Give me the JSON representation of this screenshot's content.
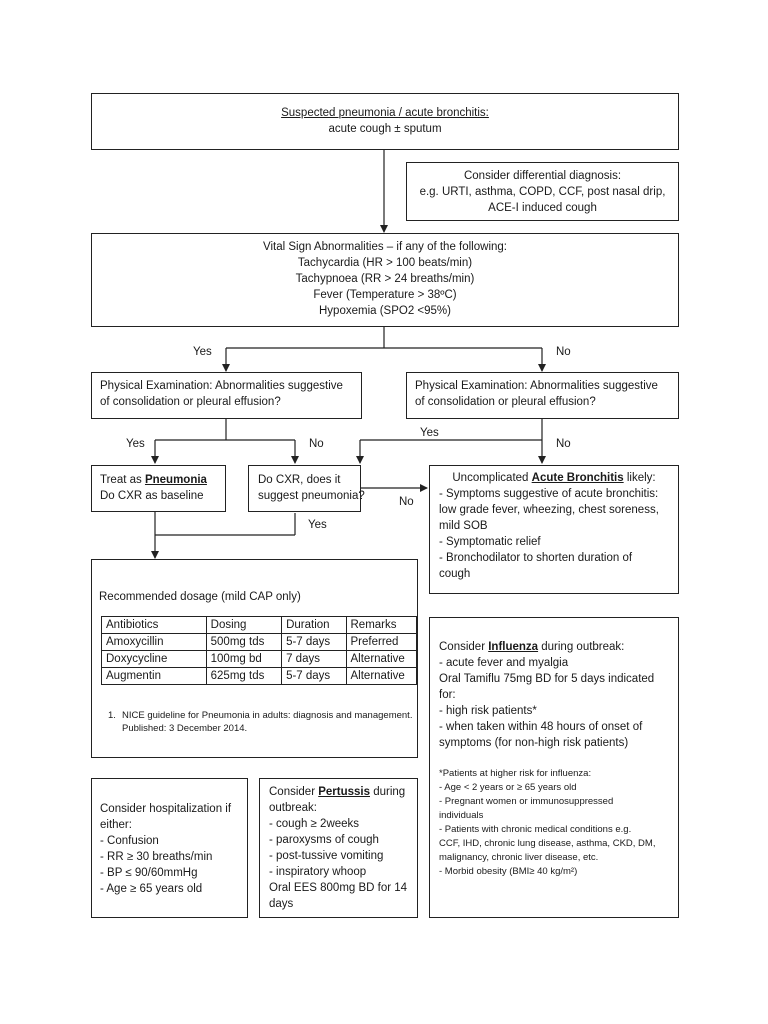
{
  "top_box": {
    "heading": "Suspected pneumonia / acute bronchitis:",
    "sub": "acute cough ± sputum"
  },
  "differential": {
    "lines": [
      "Consider differential diagnosis:",
      "e.g. URTI, asthma, COPD, CCF, post nasal drip,",
      "ACE-I induced cough"
    ]
  },
  "vitals": {
    "lines": [
      "Vital Sign Abnormalities – if any of the following:",
      "Tachycardia (HR > 100 beats/min)",
      "Tachypnoea (RR > 24 breaths/min)",
      "Fever (Temperature > 38ºC)",
      "Hypoxemia (SPO2 <95%)"
    ]
  },
  "labels": {
    "yes": "Yes",
    "no": "No"
  },
  "exam_left": {
    "lines": [
      "Physical Examination: Abnormalities suggestive",
      "of consolidation or pleural effusion?"
    ]
  },
  "exam_right": {
    "lines": [
      "Physical Examination: Abnormalities suggestive",
      "of consolidation or pleural effusion?"
    ]
  },
  "treat": {
    "prefix": "Treat as ",
    "bold": "Pneumonia",
    "line2": "Do CXR as baseline"
  },
  "cxr": {
    "lines": [
      "Do CXR, does it",
      "suggest pneumonia?"
    ]
  },
  "bronchitis": {
    "prefix": "Uncomplicated ",
    "bold": "Acute Bronchitis",
    "suffix": " likely:",
    "lines": [
      "- Symptoms suggestive of acute bronchitis:",
      "low grade fever, wheezing, chest soreness,",
      "mild SOB",
      "- Symptomatic relief",
      "- Bronchodilator to shorten duration of",
      "cough"
    ]
  },
  "dosage": {
    "title": "Recommended dosage (mild CAP only)",
    "headers": [
      "Antibiotics",
      "Dosing",
      "Duration",
      "Remarks"
    ],
    "rows": [
      [
        "Amoxycillin",
        "500mg tds",
        "5-7 days",
        "Preferred"
      ],
      [
        "Doxycycline",
        "100mg bd",
        "7 days",
        "Alternative"
      ],
      [
        "Augmentin",
        "625mg tds",
        "5-7 days",
        "Alternative"
      ]
    ],
    "footnote_num": "1.",
    "footnote_lines": [
      "NICE guideline for Pneumonia in adults: diagnosis and management.",
      "Published: 3 December 2014."
    ]
  },
  "influenza": {
    "prefix": "Consider ",
    "bold": "Influenza",
    "suffix": " during outbreak:",
    "lines": [
      "- acute fever and myalgia",
      "Oral Tamiflu 75mg BD for 5 days indicated",
      "for:",
      "- high risk patients*",
      "- when taken within 48 hours of onset of",
      "symptoms (for non-high risk patients)"
    ],
    "risk_title": "*Patients at higher risk for influenza:",
    "risk_lines": [
      "- Age < 2 years or ≥ 65 years old",
      "- Pregnant women or immunosuppressed",
      "individuals",
      "- Patients with chronic medical conditions e.g.",
      "CCF, IHD, chronic lung disease, asthma, CKD, DM,",
      "malignancy, chronic liver disease, etc.",
      "- Morbid obesity (BMI≥ 40 kg/m²)"
    ]
  },
  "hospital": {
    "lines": [
      "Consider hospitalization if",
      "either:",
      "- Confusion",
      "- RR ≥ 30 breaths/min",
      "- BP ≤ 90/60mmHg",
      "- Age ≥ 65 years old"
    ]
  },
  "pertussis": {
    "prefix": "Consider ",
    "bold": "Pertussis",
    "suffix": " during",
    "lines": [
      "outbreak:",
      "- cough ≥ 2weeks",
      "- paroxysms of cough",
      "- post-tussive vomiting",
      "- inspiratory whoop",
      "Oral EES 800mg BD for 14",
      "days"
    ]
  }
}
